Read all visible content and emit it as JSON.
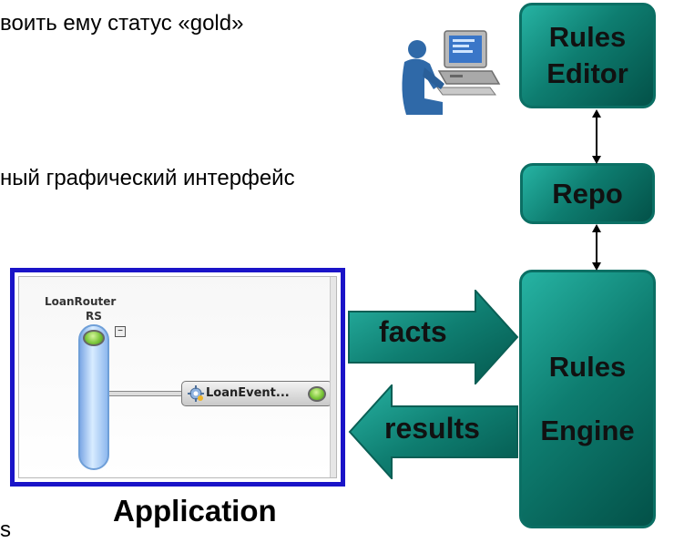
{
  "text_lines": {
    "line1": "воить ему статус «gold»",
    "line2": "ный графический интерфейс",
    "line3": "s"
  },
  "boxes": {
    "rules_editor": [
      "Rules",
      "Editor"
    ],
    "repo": "Repo",
    "rules_engine": [
      "Rules",
      "Engine"
    ]
  },
  "arrows": {
    "facts": "facts",
    "results": "results"
  },
  "application": {
    "caption": "Application",
    "router_label_1": "LoanRouter",
    "router_label_2": "RS",
    "minus_glyph": "−",
    "event_label": "LoanEvent..."
  },
  "colors": {
    "box_fill": "#0e7d70",
    "app_border": "#1a14c8",
    "router_blue": "#9ec6f0"
  },
  "icons": [
    "person-at-computer-icon",
    "gear-icon"
  ]
}
